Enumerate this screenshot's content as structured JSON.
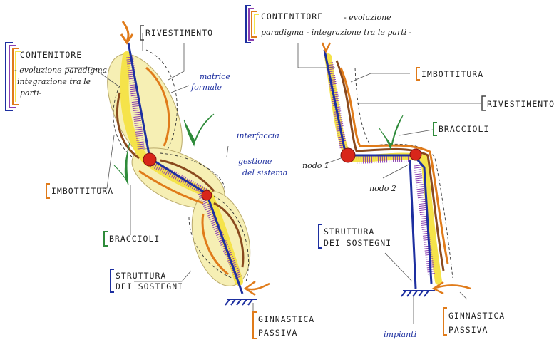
{
  "left": {
    "contenitore": {
      "title": "CONTENITORE",
      "lines": [
        "- evoluzione paradigma",
        "integrazione tra le",
        "parti-"
      ]
    },
    "rivestimento": "RIVESTIMENTO",
    "imbottitura": "IMBOTTITURA",
    "braccioli": "BRACCIOLI",
    "struttura": [
      "STRUTTURA",
      "DEI SOSTEGNI"
    ],
    "ginnastica": [
      "GINNASTICA",
      "PASSIVA"
    ],
    "matrice": [
      "matrice",
      "formale"
    ],
    "interfaccia": "interfaccia",
    "gestione": [
      "gestione",
      "del sistema"
    ]
  },
  "right": {
    "contenitore": {
      "title": "CONTENITORE",
      "line1": "- evoluzione",
      "line2": "paradigma - integrazione tra le parti -"
    },
    "imbottitura": "IMBOTTITURA",
    "rivestimento": "RIVESTIMENTO",
    "braccioli": "BRACCIOLI",
    "nodo1": "nodo 1",
    "nodo2": "nodo 2",
    "struttura": [
      "STRUTTURA",
      "DEI SOSTEGNI"
    ],
    "ginnastica": [
      "GINNASTICA",
      "PASSIVA"
    ],
    "impianti": "impianti"
  },
  "colors": {
    "blue": "#1d2fa0",
    "yellow": "#f5e34a",
    "orange": "#e07b1a",
    "brown": "#8a4a1e",
    "purple": "#8b3fb0",
    "green": "#2e8b3a",
    "red": "#d8261a",
    "paleYellow": "#f6efb4"
  }
}
